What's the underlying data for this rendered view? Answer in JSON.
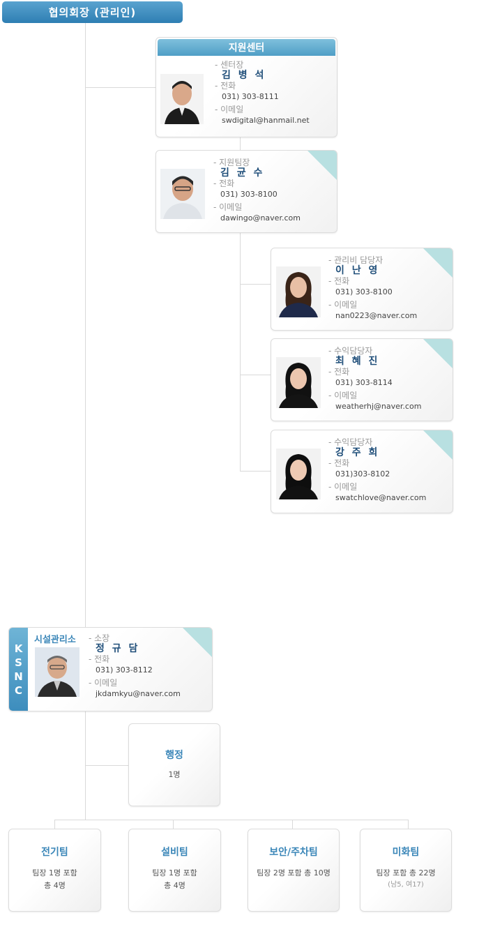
{
  "header": {
    "title": "협의회장 (관리인)"
  },
  "support_center": {
    "title": "지원센터",
    "head": {
      "role": "- 센터장",
      "name": "김 병 석",
      "phone_label": "- 전화",
      "phone": "031) 303-8111",
      "email_label": "- 이메일",
      "email": "swdigital@hanmail.net"
    },
    "team_lead": {
      "role": "- 지원팀장",
      "name": "김 균 수",
      "phone_label": "- 전화",
      "phone": "031) 303-8100",
      "email_label": "- 이메일",
      "email": "dawingo@naver.com"
    },
    "staff": [
      {
        "role": "- 관리비 담당자",
        "name": "이 난 영",
        "phone_label": "- 전화",
        "phone": "031) 303-8100",
        "email_label": "- 이메일",
        "email": "nan0223@naver.com"
      },
      {
        "role": "- 수익담당자",
        "name": "최 혜 진",
        "phone_label": "- 전화",
        "phone": "031) 303-8114",
        "email_label": "- 이메일",
        "email": "weatherhj@naver.com"
      },
      {
        "role": "- 수익담당자",
        "name": "강 주 희",
        "phone_label": "- 전화",
        "phone": "031)303-8102",
        "email_label": "- 이메일",
        "email": "swatchlove@naver.com"
      }
    ]
  },
  "facility": {
    "title": "시설관리소",
    "side_letters": [
      "K",
      "S",
      "N",
      "C"
    ],
    "head": {
      "role": "- 소장",
      "name": "정 규 담",
      "phone_label": "- 전화",
      "phone": "031) 303-8112",
      "email_label": "- 이메일",
      "email": "jkdamkyu@naver.com"
    }
  },
  "admin_team": {
    "name": "행정",
    "line1": "1명"
  },
  "teams": [
    {
      "name": "전기팀",
      "line1": "팀장 1명 포함",
      "line2": "총 4명",
      "sub": ""
    },
    {
      "name": "설비팀",
      "line1": "팀장 1명 포함",
      "line2": "총 4명",
      "sub": ""
    },
    {
      "name": "보안/주차팀",
      "line1": "팀장 2명 포함 총 10명",
      "line2": "",
      "sub": ""
    },
    {
      "name": "미화팀",
      "line1": "팀장 포함 총 22명",
      "line2": "",
      "sub": "(남5, 여17)"
    }
  ],
  "colors": {
    "accent": "#3a86b8",
    "header_bar": "#2e7eb3",
    "corner": "#b8e0e1",
    "name": "#1f4e79"
  }
}
